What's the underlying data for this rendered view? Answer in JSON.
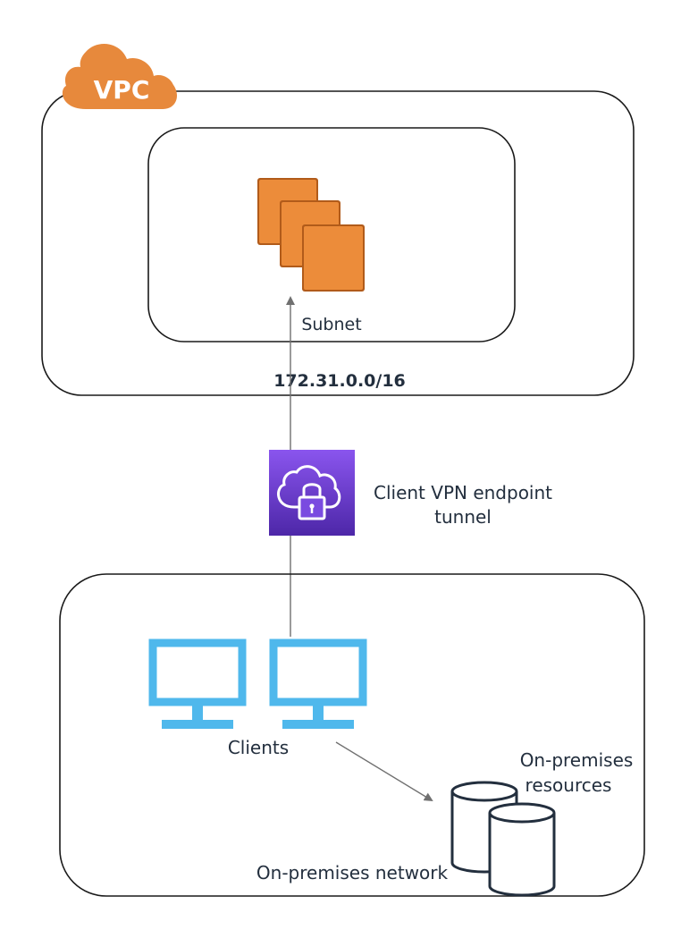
{
  "vpc": {
    "badge": "VPC",
    "cidr": "172.31.0.0/16",
    "subnet_label": "Subnet",
    "badge_color": "#e7893c",
    "instance_color": "#ec8c3a"
  },
  "vpn": {
    "label_line1": "Client VPN endpoint",
    "label_line2": "tunnel",
    "icon_color_top": "#8a55ee",
    "icon_color_bottom": "#4d27a8"
  },
  "onprem": {
    "network_label": "On-premises network",
    "clients_label": "Clients",
    "resources_line1": "On-premises",
    "resources_line2": "resources",
    "monitor_color": "#4fb8ec",
    "db_color": "#232f3e"
  },
  "icons": [
    "cloud-icon",
    "ec2-instances-icon",
    "vpn-lock-icon",
    "monitor-icon",
    "database-icon"
  ]
}
